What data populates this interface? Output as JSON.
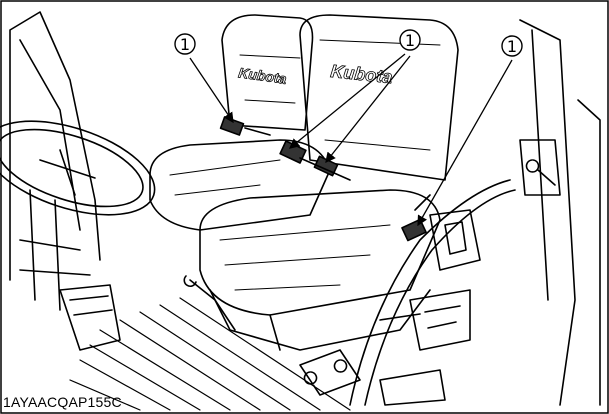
{
  "figure": {
    "callouts": [
      {
        "label": "1"
      },
      {
        "label": "1"
      },
      {
        "label": "1"
      }
    ],
    "brand_left": "Kubota",
    "brand_right": "Kubota",
    "figure_code": "1AYAACQAP155C"
  }
}
